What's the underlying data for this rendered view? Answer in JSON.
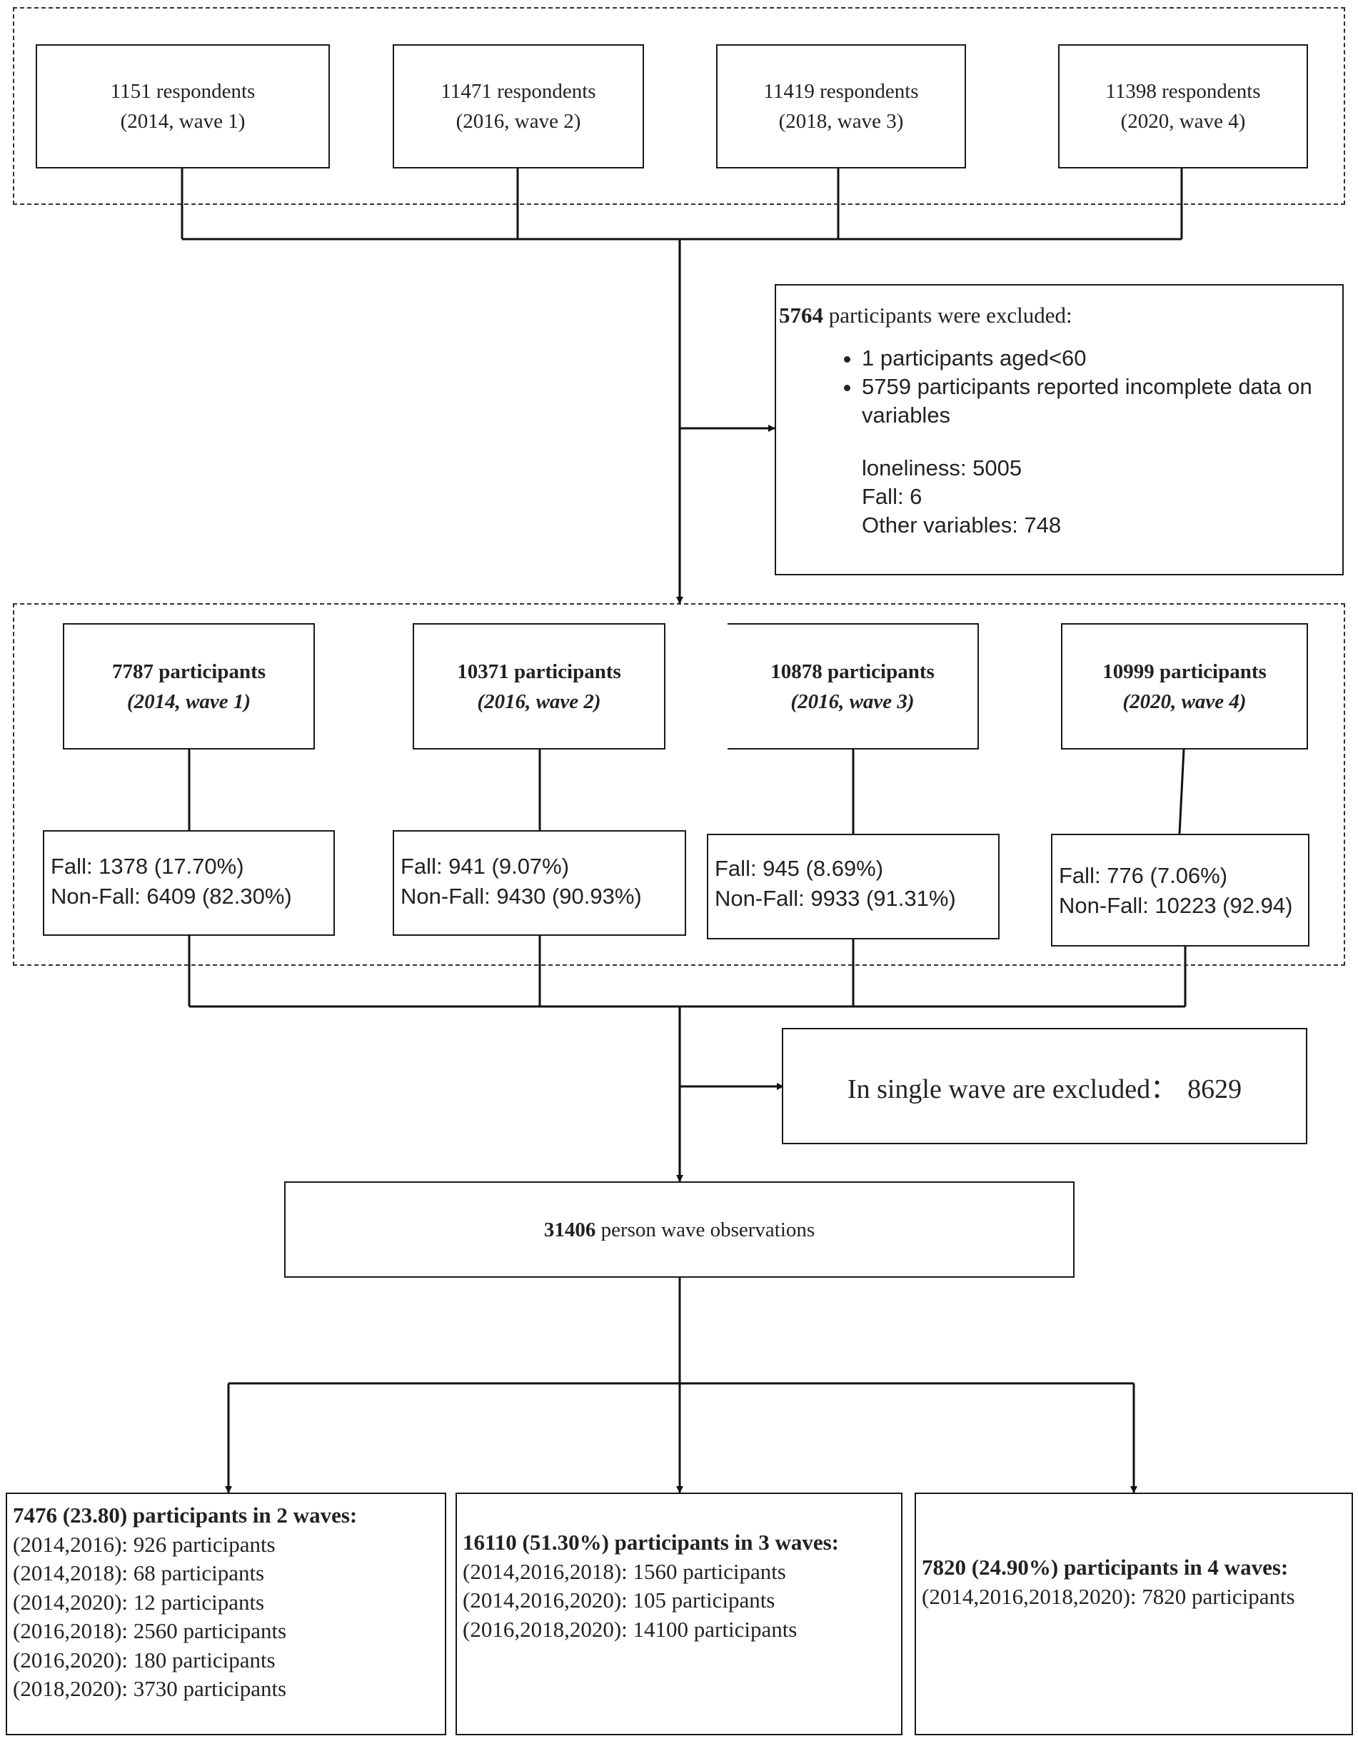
{
  "waves_initial": [
    {
      "line1": "1151 respondents",
      "line2": "(2014, wave 1)"
    },
    {
      "line1": "11471 respondents",
      "line2": "(2016, wave 2)"
    },
    {
      "line1": "11419 respondents",
      "line2": "(2018, wave 3)"
    },
    {
      "line1": "11398 respondents",
      "line2": "(2020, wave 4)"
    }
  ],
  "exclusion": {
    "count": "5764",
    "text": " participants were excluded:",
    "bullets": [
      "1 participants aged<60",
      "5759 participants reported incomplete data on variables"
    ],
    "details": [
      "loneliness: 5005",
      "Fall: 6",
      "Other variables: 748"
    ]
  },
  "waves_included": [
    {
      "title": "7787 participants",
      "sub": "(2014, wave 1)",
      "fall": "Fall: 1378 (17.70%)",
      "nonfall": "Non-Fall: 6409 (82.30%)"
    },
    {
      "title": "10371 participants",
      "sub": "(2016, wave 2)",
      "fall": "Fall: 941 (9.07%)",
      "nonfall": "Non-Fall: 9430 (90.93%)"
    },
    {
      "title": "10878 participants",
      "sub": "(2016, wave 3)",
      "fall": "Fall: 945 (8.69%)",
      "nonfall": "Non-Fall: 9933 (91.31%)"
    },
    {
      "title": "10999 participants",
      "sub": "(2020, wave 4)",
      "fall": "Fall: 776 (7.06%)",
      "nonfall": "Non-Fall: 10223 (92.94)"
    }
  ],
  "single_wave": {
    "label": "In single wave are excluded：",
    "count": "8629"
  },
  "observations": {
    "count": "31406",
    "text": " person wave observations"
  },
  "groups": [
    {
      "header": "7476 (23.80) participants in 2 waves:",
      "items": [
        "(2014,2016): 926 participants",
        "(2014,2018): 68 participants",
        "(2014,2020): 12 participants",
        "(2016,2018): 2560 participants",
        "(2016,2020): 180 participants",
        "(2018,2020): 3730 participants"
      ]
    },
    {
      "header": "16110 (51.30%) participants in 3 waves:",
      "items": [
        "(2014,2016,2018): 1560 participants",
        "(2014,2016,2020): 105 participants",
        "(2016,2018,2020): 14100 participants"
      ]
    },
    {
      "header": "7820 (24.90%) participants in 4 waves:",
      "items": [
        "(2014,2016,2018,2020): 7820 participants"
      ]
    }
  ]
}
